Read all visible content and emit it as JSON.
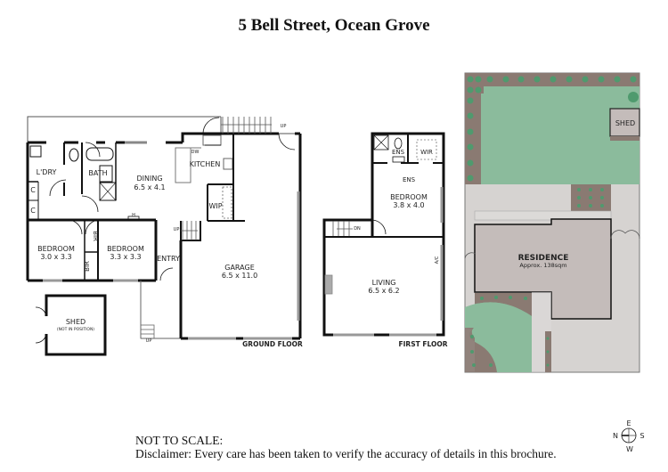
{
  "title": "5 Bell Street, Ocean Grove",
  "ground_floor": {
    "label": "GROUND FLOOR",
    "rooms": {
      "laundry": "L'DRY",
      "bath": "BATH",
      "dining": {
        "name": "DINING",
        "size": "6.5 x 4.1"
      },
      "kitchen": "KITCHEN",
      "dw": "DW",
      "wip": "WIP",
      "cupboard1": "C",
      "cupboard2": "C",
      "bedroom1": {
        "name": "BEDROOM",
        "size": "3.0 x 3.3"
      },
      "bedroom2": {
        "name": "BEDROOM",
        "size": "3.3 x 3.3"
      },
      "bir1": "BIR",
      "bir2": "BIR",
      "entry": "ENTRY",
      "garage": {
        "name": "GARAGE",
        "size": "6.5 x 11.0"
      },
      "heater": "H",
      "shed": {
        "name": "SHED",
        "note": "(NOT IN POSITION)"
      }
    },
    "stairs": {
      "up1": "UP",
      "up2": "UP",
      "up3": "UP"
    }
  },
  "first_floor": {
    "label": "FIRST FLOOR",
    "rooms": {
      "ens_small": "ENS",
      "wir": "WIR",
      "ens": "ENS",
      "bedroom": {
        "name": "BEDROOM",
        "size": "3.8 x 4.0"
      },
      "living": {
        "name": "LIVING",
        "size": "6.5 x 6.2"
      },
      "ac": "A/C"
    },
    "stairs": {
      "down": "DN"
    }
  },
  "site_plan": {
    "shed": "SHED",
    "residence": {
      "name": "RESIDENCE",
      "area": "Approx. 138sqm"
    },
    "colors": {
      "lawn": "#8bbb9c",
      "garden_bed": "#8a7a72",
      "paving": "#d6d3d1",
      "building": "#c4bcba",
      "shrub": "#4f9a6e"
    }
  },
  "compass": {
    "n": "N",
    "e": "E",
    "s": "S",
    "w": "W"
  },
  "footer": {
    "scale_note": "NOT TO SCALE:",
    "disclaimer": "Disclaimer: Every care has been taken to verify the accuracy of details in this brochure."
  }
}
